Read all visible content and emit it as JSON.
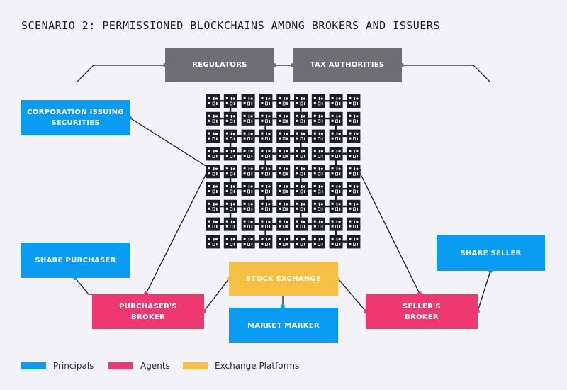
{
  "title": "SCENARIO 2: PERMISSIONED BLOCKCHAINS AMONG BROKERS AND ISSUERS",
  "colors": {
    "principals": "#0a9cf3",
    "agents": "#ef3870",
    "exchange": "#f6c046",
    "authority": "#6f6e75",
    "line": "#1c1c24",
    "block": "#1c1c24"
  },
  "authorities": {
    "regulators": "REGULATORS",
    "tax": "TAX AUTHORITIES"
  },
  "principals": {
    "corporation": "CORPORATION ISSUING\nSECURITIES",
    "purchaser": "SHARE PURCHASER",
    "seller": "SHARE SELLER"
  },
  "agents": {
    "purchaser_broker": "PURCHASER'S\nBROKER",
    "seller_broker": "SELLER'S\nBROKER"
  },
  "platforms": {
    "stock_exchange": "STOCK EXCHANGE"
  },
  "market_marker": "MARKET MARKER",
  "legend": [
    {
      "label": "Principals",
      "color": "#0a9cf3"
    },
    {
      "label": "Agents",
      "color": "#ef3870"
    },
    {
      "label": "Exchange Platforms",
      "color": "#f6c046"
    }
  ]
}
